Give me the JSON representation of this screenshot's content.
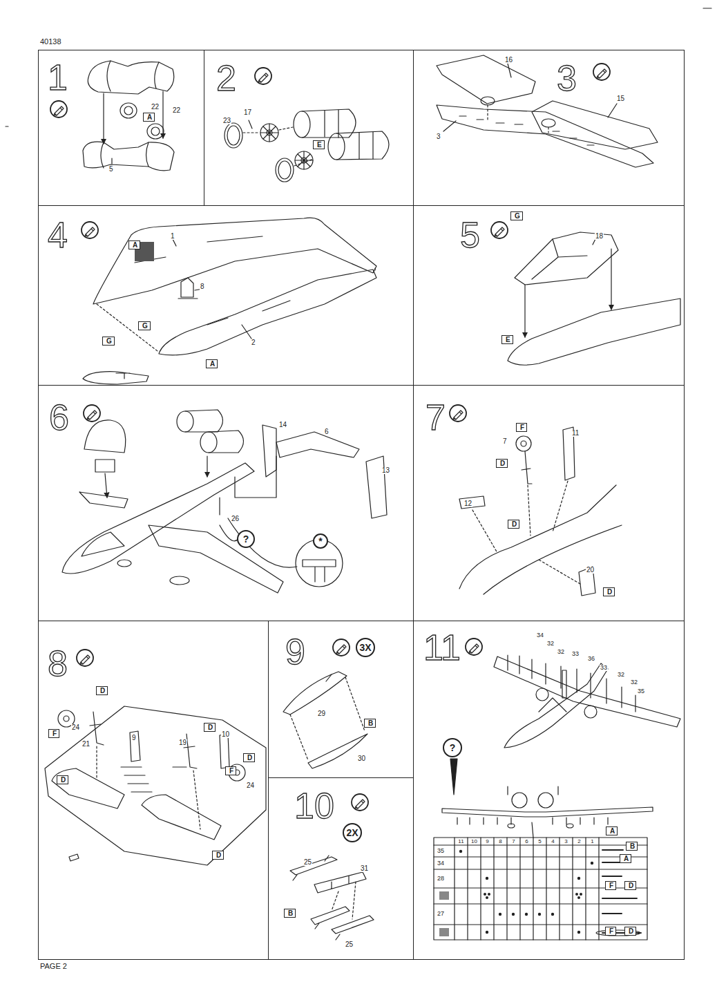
{
  "diagram": {
    "nodes": [
      {
        "text": [
          "1"
        ]
      },
      {
        "text": [
          "A"
        ],
        "in": 0
      },
      {
        "text": [
          "2"
        ]
      },
      {
        "text": [
          "E"
        ],
        "in": 2
      },
      {
        "text": [
          "3"
        ]
      },
      {
        "text": [
          "4"
        ]
      },
      {
        "text": [
          "A"
        ],
        "in": 5
      },
      {
        "text": [
          "G"
        ],
        "in": 5
      },
      {
        "text": [
          "G"
        ],
        "in": 5
      },
      {
        "text": [
          "A"
        ],
        "in": 5
      },
      {
        "text": [
          "5"
        ]
      },
      {
        "text": [
          "G"
        ],
        "in": 10
      },
      {
        "text": [
          "E"
        ],
        "in": 10
      },
      {
        "text": [
          "6"
        ]
      },
      {
        "text": [
          "?"
        ],
        "in": 13
      },
      {
        "text": [
          "*"
        ],
        "in": 13
      },
      {
        "text": [
          "7"
        ]
      },
      {
        "text": [
          "F"
        ],
        "in": 16
      },
      {
        "text": [
          "D"
        ],
        "in": 16
      },
      {
        "text": [
          "D"
        ],
        "in": 16
      },
      {
        "text": [
          "D"
        ],
        "in": 16
      },
      {
        "text": [
          "8"
        ]
      },
      {
        "text": [
          "D"
        ],
        "in": 21
      },
      {
        "text": [
          "F"
        ],
        "in": 21
      },
      {
        "text": [
          "D"
        ],
        "in": 21
      },
      {
        "text": [
          "D"
        ],
        "in": 21
      },
      {
        "text": [
          "D"
        ],
        "in": 21
      },
      {
        "text": [
          "F"
        ],
        "in": 21
      },
      {
        "text": [
          "D"
        ],
        "in": 21
      },
      {
        "text": [
          "9"
        ]
      },
      {
        "text": [
          "3X"
        ],
        "in": 29
      },
      {
        "text": [
          "B"
        ],
        "in": 29
      },
      {
        "text": [
          "10"
        ]
      },
      {
        "text": [
          "2X"
        ],
        "in": 32
      },
      {
        "text": [
          "B"
        ],
        "in": 32
      },
      {
        "text": [
          "11"
        ]
      },
      {
        "text": [
          "?"
        ],
        "in": 35
      },
      {
        "text": [
          "A"
        ],
        "in": 35
      },
      {
        "text": [
          "B"
        ],
        "in": 35
      },
      {
        "text": [
          "A"
        ],
        "in": 35
      },
      {
        "text": [
          "F"
        ],
        "in": 35
      },
      {
        "text": [
          "D"
        ],
        "in": 35
      },
      {
        "text": [
          "F"
        ],
        "in": 35
      },
      {
        "text": [
          "D"
        ],
        "in": 35
      }
    ],
    "labels": [
      "40138",
      "22",
      "22",
      "5",
      "17",
      "23",
      "16",
      "15",
      "3",
      "1",
      "8",
      "2",
      "18",
      "14",
      "6",
      "13",
      "26",
      "7",
      "11",
      "12",
      "20",
      "24",
      "21",
      "9",
      "19",
      "10",
      "24",
      "29",
      "30",
      "25",
      "31",
      "25",
      "34",
      "32",
      "32",
      "33",
      "36",
      "33",
      "32",
      "32",
      "35",
      "11",
      "10",
      "9",
      "8",
      "7",
      "6",
      "5",
      "4",
      "3",
      "2",
      "1",
      "35",
      "34",
      "28",
      "27",
      "PAGE 2"
    ]
  }
}
